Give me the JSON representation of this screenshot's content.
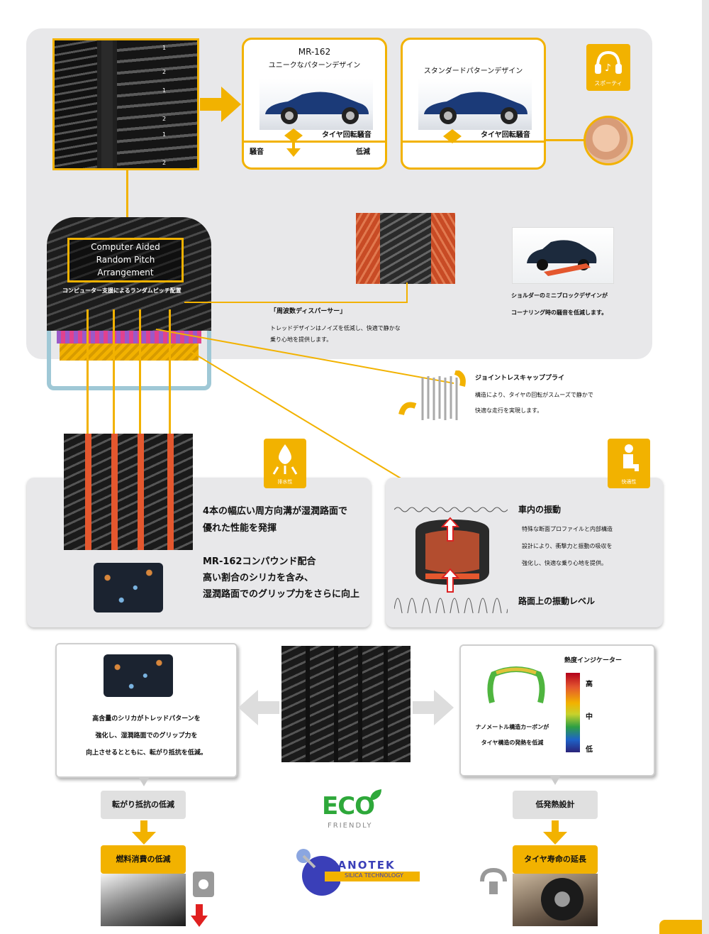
{
  "top": {
    "mr_box": {
      "title": "MR-162",
      "subtitle": "ユニークなパターンデザイン",
      "noise_label": "タイヤ回転騒音",
      "left_label": "騒音",
      "right_label": "低減"
    },
    "std_box": {
      "subtitle": "スタンダードパターンデザイン",
      "noise_label": "タイヤ回転騒音"
    },
    "sporty_badge": "スポーティ",
    "pitch_labels": [
      "1",
      "2",
      "1",
      "2",
      "1",
      "2"
    ],
    "pitch_box": {
      "line1": "Computer Aided",
      "line2": "Random Pitch",
      "line3": "Arrangement"
    },
    "pitch_caption": "コンピューター支援によるランダムピッチ配置",
    "disperser": {
      "title": "「周波数ディスパーサー」",
      "line1": "トレッドデザインはノイズを低減し、快適で静かな",
      "line2": "乗り心地を提供します。"
    },
    "shoulder": {
      "line1": "ショルダーのミニブロックデザインが",
      "line2": "コーナリング時の騒音を低減します。"
    },
    "cap_ply": {
      "title": "ジョイントレスキャッププライ",
      "line1": "構造により、タイヤの回転がスムーズで静かで",
      "line2": "快適な走行を実現します。"
    }
  },
  "wet": {
    "badge": "排水性",
    "line1": "4本の幅広い周方向溝が湿潤路面で",
    "line2": "優れた性能を発揮",
    "compound_title": "MR-162コンパウンド配合",
    "compound_line1": "高い割合のシリカを含み、",
    "compound_line2": "湿潤路面でのグリップ力をさらに向上"
  },
  "comfort": {
    "badge": "快適性",
    "cabin_label": "車内の振動",
    "desc1": "特殊な断面プロファイルと内部構造",
    "desc2": "設計により、衝撃力と振動の吸収を",
    "desc3": "強化し、快適な乗り心地を提供。",
    "road_label": "路面上の振動レベル"
  },
  "bottom": {
    "silica": {
      "line1": "高含量のシリカがトレッドパターンを",
      "line2": "強化し、湿潤路面でのグリップ力を",
      "line3": "向上させるとともに、転がり抵抗を低減。"
    },
    "heat": {
      "title": "熱度インジケーター",
      "high": "高",
      "mid": "中",
      "low": "低",
      "line1": "ナノメートル構造カーボンが",
      "line2": "タイヤ構造の発熱を低減"
    },
    "rolling_tag": "転がり抵抗の低減",
    "fuel_tag": "燃料消費の低減",
    "low_heat_tag": "低発熱設計",
    "life_tag": "タイヤ寿命の延長",
    "eco": {
      "word": "ECO",
      "sub": "FRIENDLY"
    },
    "nanotek": {
      "word": "NANOTEK",
      "sub": "SILICA TECHNOLOGY"
    }
  },
  "colors": {
    "accent": "#f2b200",
    "panel": "#e8e8ea"
  }
}
